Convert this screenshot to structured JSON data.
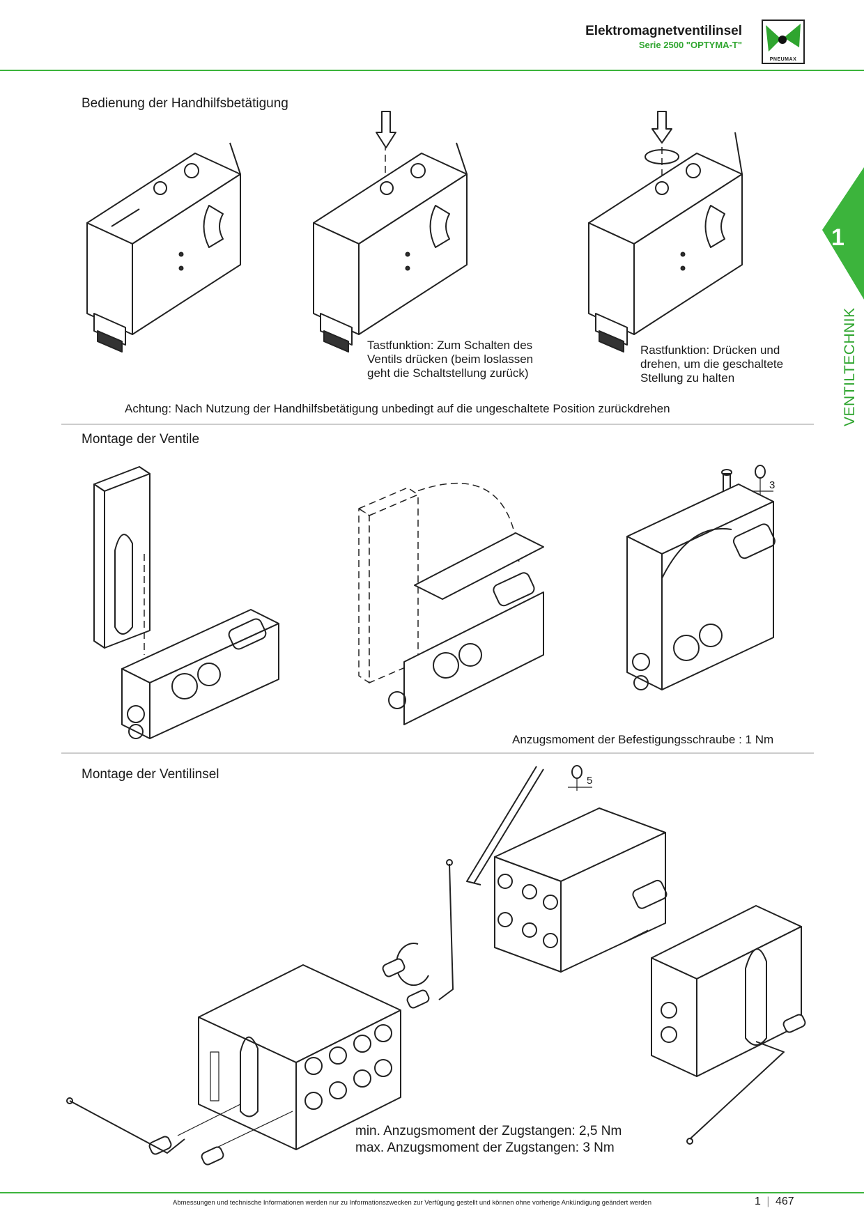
{
  "header": {
    "title": "Elektromagnetventilinsel",
    "subtitle": "Serie 2500 \"OPTYMA-T\"",
    "logo_text": "PNEUMAX"
  },
  "side_tab": {
    "number": "1",
    "label": "VENTILTECHNIK",
    "color": "#3cb43c"
  },
  "section1": {
    "title": "Bedienung der Handhilfsbetätigung",
    "caption_tast": [
      "Tastfunktion: Zum Schalten des",
      "Ventils drücken (beim loslassen",
      "geht die Schaltstellung zurück)"
    ],
    "caption_rast": [
      "Rastfunktion: Drücken und",
      "drehen, um die geschaltete",
      "Stellung zu halten"
    ],
    "warning": "Achtung: Nach Nutzung der Handhilfsbetätigung unbedingt auf die ungeschaltete Position zurückdrehen"
  },
  "section2": {
    "title": "Montage der Ventile",
    "wrench_size": "3",
    "torque_note": "Anzugsmoment der Befestigungsschraube : 1 Nm"
  },
  "section3": {
    "title": "Montage der Ventilinsel",
    "wrench_size": "5",
    "torque_min": "min. Anzugsmoment der Zugstangen: 2,5 Nm",
    "torque_max": "max. Anzugsmoment der Zugstangen: 3 Nm"
  },
  "footer": {
    "disclaimer": "Abmessungen und technische Informationen werden nur zu Informationszwecken zur Verfügung gestellt und können ohne vorherige Ankündigung geändert werden",
    "page_prefix": "1",
    "page_number": "467"
  }
}
